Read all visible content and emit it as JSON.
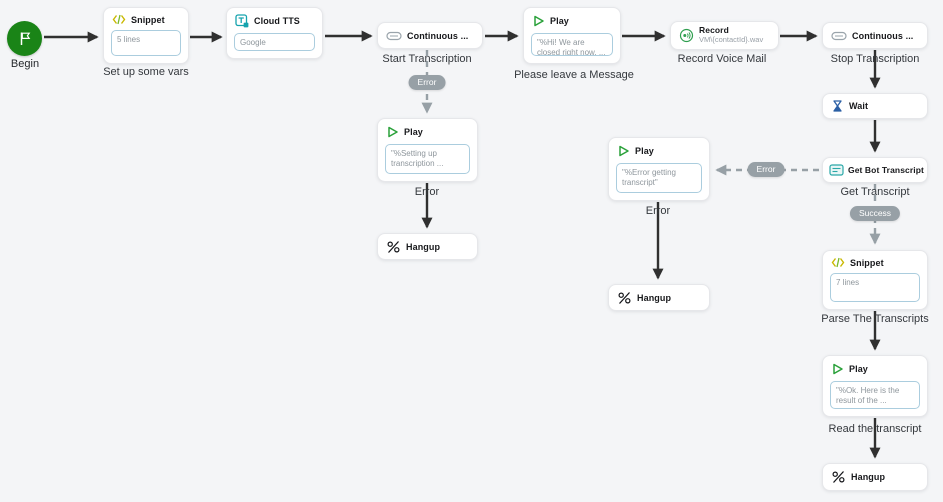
{
  "app": {
    "view": "call-flow-canvas"
  },
  "colors": {
    "canvas_bg": "#f4f5f7",
    "node_bg": "#ffffff",
    "node_border": "#e6e7ea",
    "wire_primary": "#303030",
    "wire_secondary": "#97a0a6",
    "badge_bg": "#97a0a6",
    "badge_text": "#ffffff",
    "value_box_border": "#abcdde",
    "begin_green": "#1a8417",
    "play_green": "#2aa13a",
    "tts_teal": "#16a3ae",
    "record_green": "#2f9e4f",
    "wait_blue": "#2b5fa5",
    "snippet_yellow": "#c9b800"
  },
  "icons": {
    "begin": "flag-icon",
    "snippet": "code-icon",
    "cloud_tts": "text-to-speech-icon",
    "continuous": "pill-icon",
    "play": "play-triangle-icon",
    "record": "audio-record-icon",
    "wait": "hourglass-icon",
    "get_bot_transcript": "transcript-icon",
    "hangup": "hangup-phone-icon"
  },
  "flow": {
    "begin": {
      "label": "Begin"
    },
    "snippet_vars": {
      "title": "Snippet",
      "value": "5 lines",
      "caption": "Set up some vars"
    },
    "cloud_tts": {
      "title": "Cloud TTS",
      "value": "Google"
    },
    "start_transcription": {
      "title": "Continuous ...",
      "caption": "Start Transcription"
    },
    "play_greeting": {
      "title": "Play",
      "value": "\"%Hi! We are closed right now, ...",
      "caption": "Please leave a Message"
    },
    "record": {
      "title": "Record",
      "subtitle": "VM\\{contactId}.wav",
      "caption": "Record Voice Mail"
    },
    "stop_transcription": {
      "title": "Continuous ...",
      "caption": "Stop Transcription"
    },
    "wait": {
      "title": "Wait"
    },
    "get_bot_transcript": {
      "title": "Get Bot Transcript",
      "caption": "Get Transcript"
    },
    "snippet_parse": {
      "title": "Snippet",
      "value": "7 lines",
      "caption": "Parse The Transcripts"
    },
    "play_result": {
      "title": "Play",
      "value": "\"%Ok. Here is the result of the ...",
      "caption": "Read the transcript"
    },
    "hangup_main": {
      "title": "Hangup"
    },
    "play_setup_error": {
      "title": "Play",
      "value": "\"%Setting up transcription ...",
      "caption": "Error"
    },
    "hangup_setup_error": {
      "title": "Hangup"
    },
    "play_get_error": {
      "title": "Play",
      "value": "\"%Error getting transcript\"",
      "caption": "Error"
    },
    "hangup_get_error": {
      "title": "Hangup"
    }
  },
  "badges": {
    "error_start": "Error",
    "error_get": "Error",
    "success": "Success"
  }
}
